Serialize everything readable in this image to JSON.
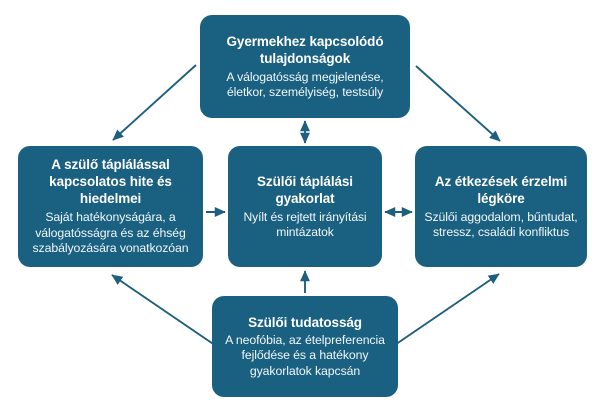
{
  "diagram": {
    "theme": {
      "node_fill": "#1a6081",
      "arrow_color": "#1d5f7e",
      "background": "#ffffff",
      "title_color": "#ffffff",
      "body_color": "#f2f7fa"
    },
    "nodes": [
      {
        "id": "child-traits",
        "title": "Gyermekhez kapcsolódó tulajdonságok",
        "description": "A válogatósság megjelenése, életkor, személyiség, testsúly"
      },
      {
        "id": "parent-beliefs",
        "title": "A szülő táplálással kapcsolatos hite és hiedelmei",
        "description": "Saját hatékonyságára, a válogatósságra és az éhség szabályozására vonatkozóan"
      },
      {
        "id": "feeding-practice",
        "title": "Szülői táplálási gyakorlat",
        "description": "Nyílt és rejtett irányítási mintázatok"
      },
      {
        "id": "meal-climate",
        "title": "Az étkezések érzelmi légköre",
        "description": "Szülői aggodalom, bűntudat, stressz, családi konfliktus"
      },
      {
        "id": "parent-awareness",
        "title": "Szülői tudatosság",
        "description": "A neofóbia, az ételpreferencia fejlődése és a hatékony gyakorlatok kapcsán"
      }
    ],
    "connections": [
      {
        "id": "child-traits-to-parent-beliefs",
        "from": "child-traits",
        "to": "parent-beliefs",
        "style": "single"
      },
      {
        "id": "child-traits-to-meal-climate",
        "from": "child-traits",
        "to": "meal-climate",
        "style": "single"
      },
      {
        "id": "child-traits-to-feeding-practice",
        "from": "child-traits",
        "to": "feeding-practice",
        "style": "double"
      },
      {
        "id": "parent-beliefs-to-feeding-practice",
        "from": "parent-beliefs",
        "to": "feeding-practice",
        "style": "single"
      },
      {
        "id": "feeding-practice-to-meal-climate",
        "from": "feeding-practice",
        "to": "meal-climate",
        "style": "double"
      },
      {
        "id": "parent-awareness-to-feeding-practice",
        "from": "parent-awareness",
        "to": "feeding-practice",
        "style": "single"
      },
      {
        "id": "parent-awareness-to-parent-beliefs",
        "from": "parent-awareness",
        "to": "parent-beliefs",
        "style": "single"
      },
      {
        "id": "parent-awareness-to-meal-climate",
        "from": "parent-awareness",
        "to": "meal-climate",
        "style": "single"
      }
    ]
  }
}
